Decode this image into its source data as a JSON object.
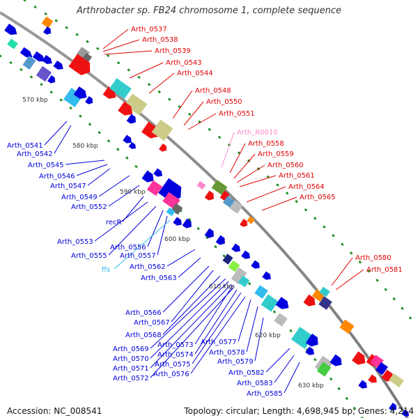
{
  "title": "Arthrobacter sp. FB24 chromosome 1, complete sequence",
  "footer": {
    "accession": "Accession: NC_008541",
    "summary": "Topology: circular; Length: 4,698,945 bp; Genes: 4,214"
  },
  "colors": {
    "forward": "#e00000",
    "reverse": "#0000dd",
    "rna": "#ff88cc",
    "ffs": "#33bbee",
    "backbone": "#888888",
    "tick": "#007700"
  },
  "kbp_labels": [
    "570 kbp",
    "580 kbp",
    "590 kbp",
    "600 kbp",
    "610 kbp",
    "620 kbp",
    "630 kbp"
  ],
  "upper_genes": [
    "Arth_0537",
    "Arth_0538",
    "Arth_0539",
    "Arth_0543",
    "Arth_0544",
    "Arth_0548",
    "Arth_0550",
    "Arth_0551",
    "Arth_R0010",
    "Arth_0558",
    "Arth_0559",
    "Arth_0560",
    "Arth_0561",
    "Arth_0564",
    "Arth_0565",
    "Arth_0580",
    "Arth_0581"
  ],
  "lower_genes": [
    "Arth_0541",
    "Arth_0542",
    "Arth_0545",
    "Arth_0546",
    "Arth_0547",
    "Arth_0549",
    "Arth_0552",
    "recR",
    "Arth_0553",
    "Arth_0556",
    "Arth_0555",
    "Arth_0557",
    "ffs",
    "Arth_0562",
    "Arth_0563",
    "Arth_0566",
    "Arth_0567",
    "Arth_0568",
    "Arth_0569",
    "Arth_0573",
    "Arth_0577",
    "Arth_0570",
    "Arth_0574",
    "Arth_0578",
    "Arth_0571",
    "Arth_0575",
    "Arth_0579",
    "Arth_0572",
    "Arth_0576",
    "Arth_0582",
    "Arth_0583",
    "Arth_0585"
  ]
}
